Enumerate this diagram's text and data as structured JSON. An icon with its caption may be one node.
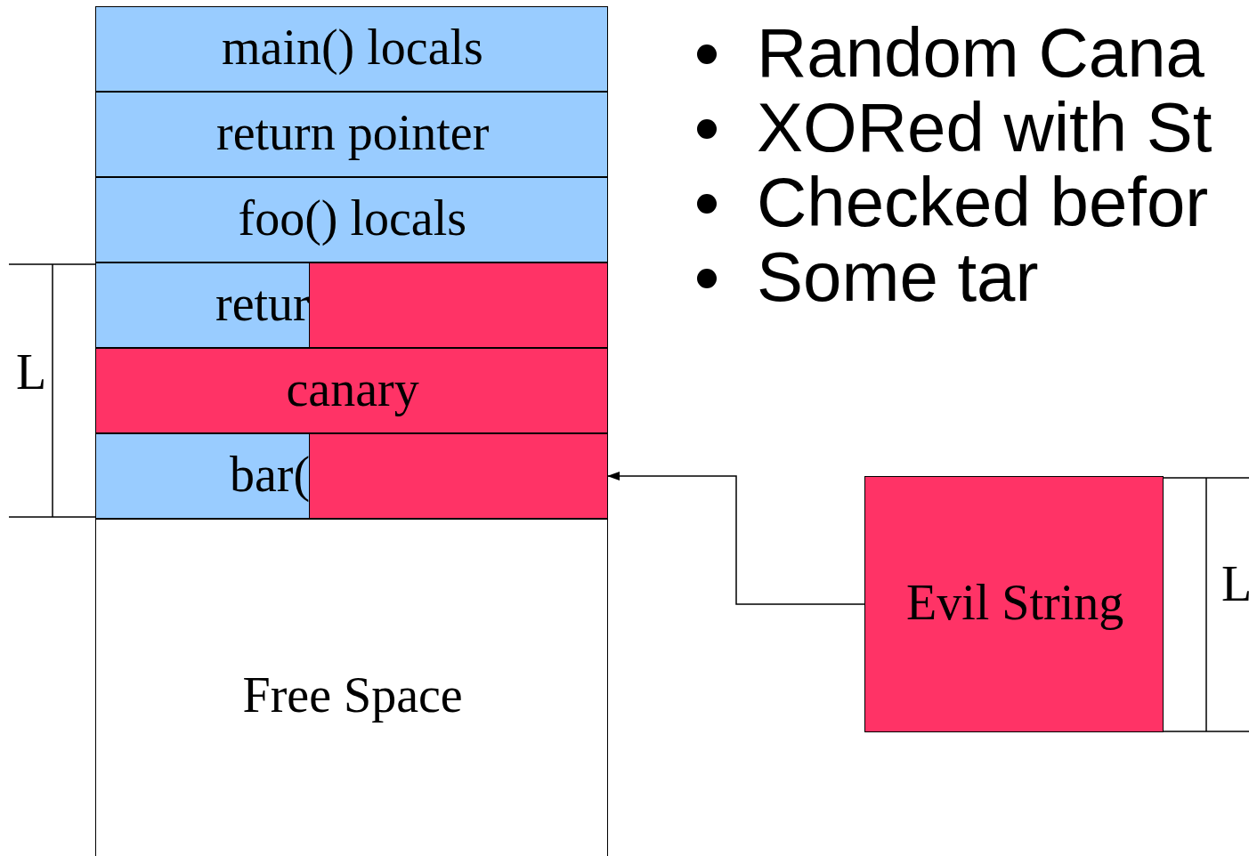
{
  "diagram": {
    "nodes": [
      {
        "text": [
          "main() locals"
        ]
      },
      {
        "text": [
          "return pointer"
        ]
      },
      {
        "text": [
          "foo() locals"
        ]
      },
      {
        "text": [
          "retur"
        ]
      },
      {
        "text": [],
        "shape": "box",
        "in": 3
      },
      {
        "text": [
          "canary"
        ]
      },
      {
        "text": [
          "bar("
        ]
      },
      {
        "text": [],
        "shape": "box",
        "in": 6
      },
      {
        "text": [
          "Free Space"
        ]
      },
      {
        "text": [
          "Evil String"
        ]
      }
    ],
    "edges": [
      {
        "from": 9,
        "to": 6,
        "arrow": "to"
      }
    ],
    "labels": [
      "Random Cana",
      "XORed with St",
      "Checked befor",
      "Some tar",
      "L",
      "L"
    ]
  }
}
